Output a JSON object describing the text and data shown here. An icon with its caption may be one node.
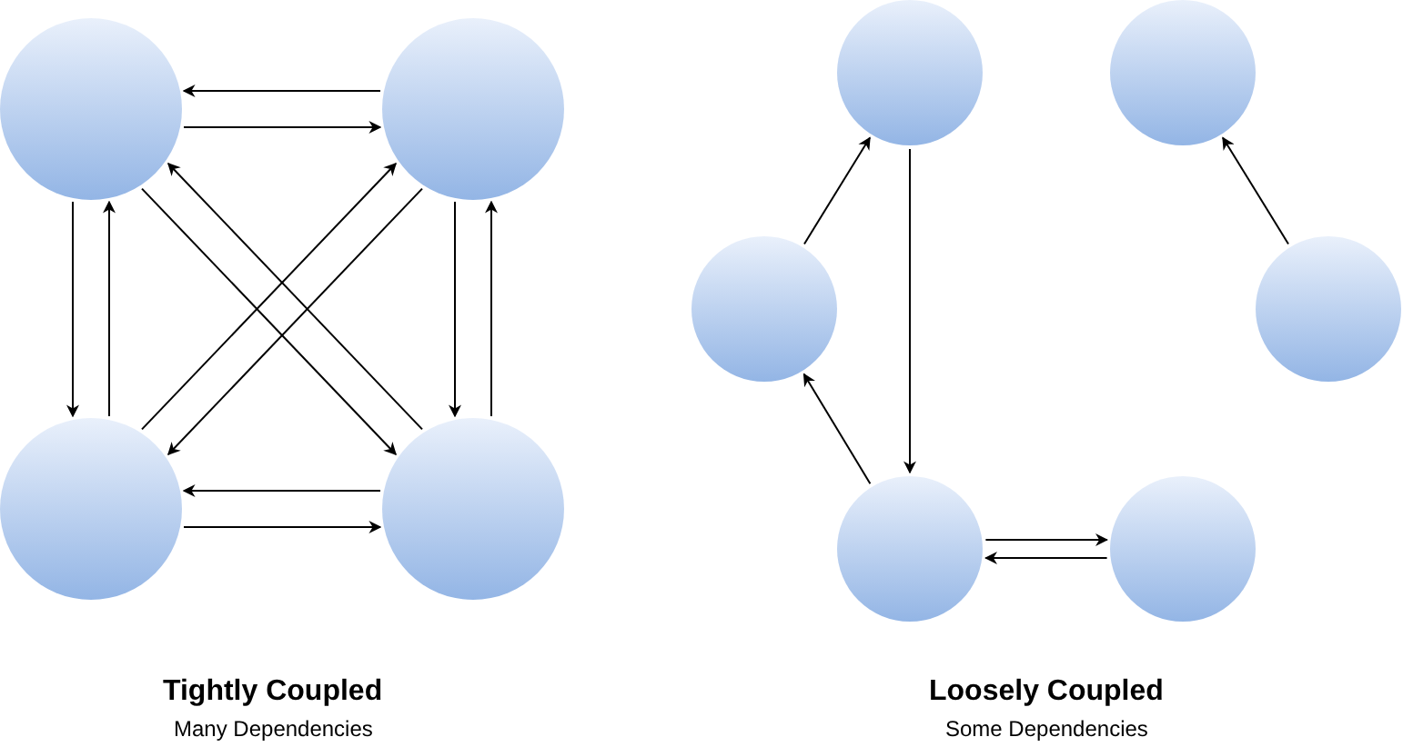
{
  "diagram": {
    "nodes": [
      {
        "text": [],
        "shape": "circle"
      },
      {
        "text": [],
        "shape": "circle"
      },
      {
        "text": [],
        "shape": "circle"
      },
      {
        "text": [],
        "shape": "circle"
      },
      {
        "text": [],
        "shape": "circle"
      },
      {
        "text": [],
        "shape": "circle"
      },
      {
        "text": [],
        "shape": "circle"
      },
      {
        "text": [],
        "shape": "circle"
      },
      {
        "text": [],
        "shape": "circle"
      },
      {
        "text": [],
        "shape": "circle"
      }
    ],
    "edges": [
      {
        "from": 1,
        "to": 0,
        "arrow": "to"
      },
      {
        "from": 0,
        "to": 1,
        "arrow": "to"
      },
      {
        "from": 0,
        "to": 2,
        "arrow": "to"
      },
      {
        "from": 2,
        "to": 0,
        "arrow": "to"
      },
      {
        "from": 1,
        "to": 3,
        "arrow": "to"
      },
      {
        "from": 3,
        "to": 1,
        "arrow": "to"
      },
      {
        "from": 2,
        "to": 3,
        "arrow": "to"
      },
      {
        "from": 3,
        "to": 2,
        "arrow": "to"
      },
      {
        "from": 0,
        "to": 3,
        "arrow": "to"
      },
      {
        "from": 3,
        "to": 0,
        "arrow": "to"
      },
      {
        "from": 2,
        "to": 1,
        "arrow": "to"
      },
      {
        "from": 1,
        "to": 2,
        "arrow": "to"
      },
      {
        "from": 6,
        "to": 4,
        "arrow": "to"
      },
      {
        "from": 4,
        "to": 8,
        "arrow": "to"
      },
      {
        "from": 8,
        "to": 6,
        "arrow": "to"
      },
      {
        "from": 8,
        "to": 9,
        "arrow": "to"
      },
      {
        "from": 9,
        "to": 8,
        "arrow": "to"
      },
      {
        "from": 7,
        "to": 5,
        "arrow": "to"
      }
    ],
    "labels": [
      "Tightly Coupled",
      "Many Dependencies",
      "Loosely Coupled",
      "Some Dependencies"
    ]
  }
}
